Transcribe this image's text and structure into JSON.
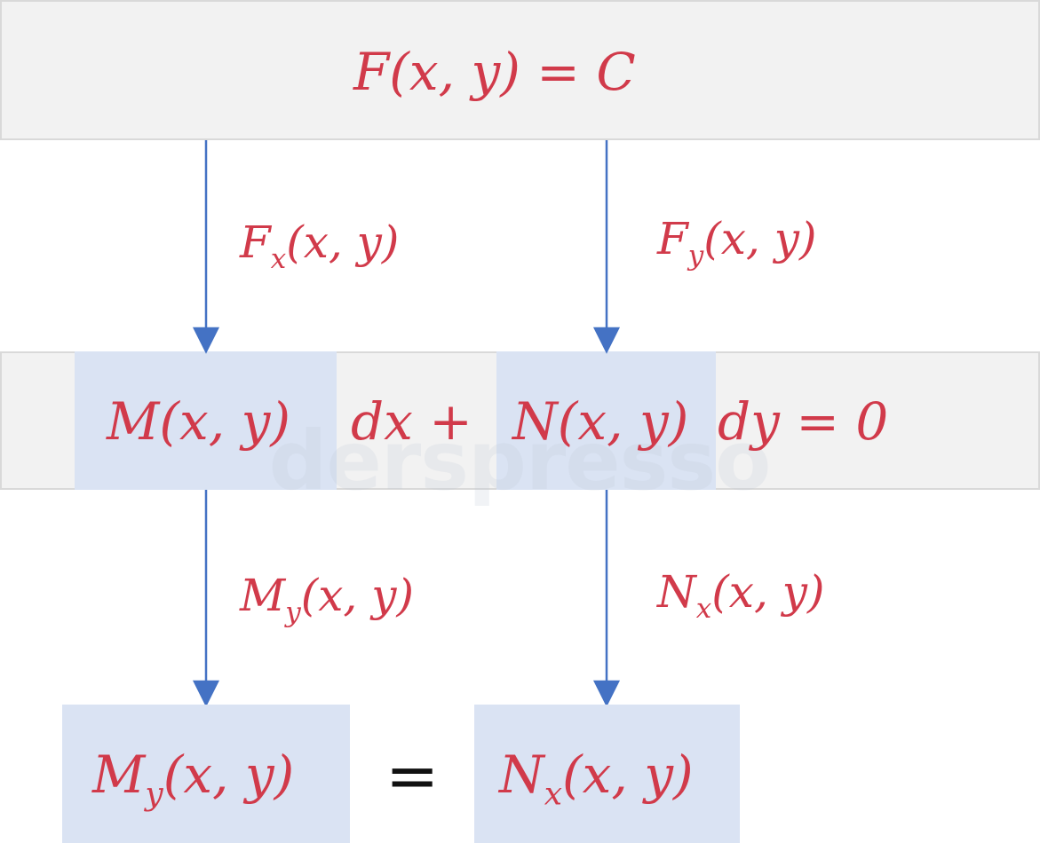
{
  "top_box": {
    "F": "F",
    "args": "(x, y)",
    "eq": "= C"
  },
  "arrows_top": {
    "left_label": {
      "base": "F",
      "sub": "x",
      "args": "(x, y)"
    },
    "right_label": {
      "base": "F",
      "sub": "y",
      "args": "(x, y)"
    }
  },
  "middle_box": {
    "M": "M",
    "M_args": "(x, y)",
    "dx": "dx +",
    "N": "N",
    "N_args": "(x, y)",
    "dy": "dy",
    "eq": "= 0"
  },
  "arrows_bottom": {
    "left_label": {
      "base": "M",
      "sub": "y",
      "args": "(x, y)"
    },
    "right_label": {
      "base": "N",
      "sub": "x",
      "args": "(x, y)"
    }
  },
  "bottom_row": {
    "left": {
      "base": "M",
      "sub": "y",
      "args": "(x, y)"
    },
    "equals": "=",
    "right": {
      "base": "N",
      "sub": "x",
      "args": "(x, y)"
    }
  },
  "watermark": "derspresso",
  "colors": {
    "math_text": "#d13a4a",
    "arrow": "#4472c4",
    "gray_box": "#f2f2f2",
    "blue_box": "#dae3f3"
  }
}
